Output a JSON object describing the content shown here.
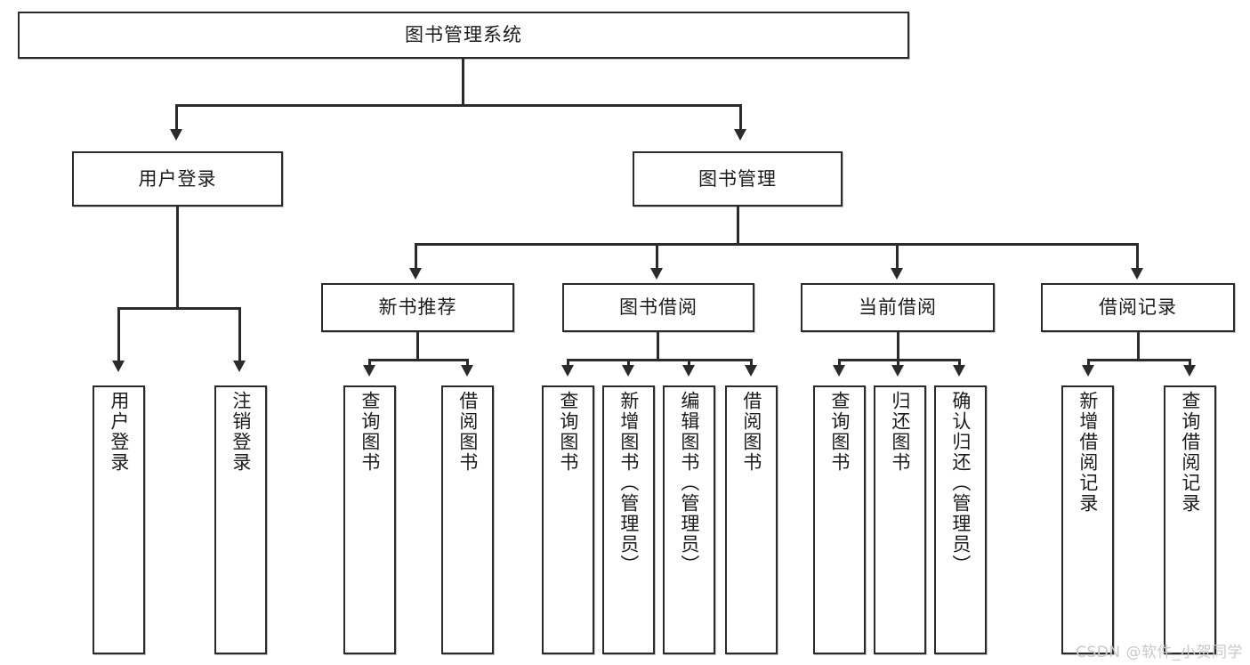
{
  "diagram": {
    "title": "图书管理系统",
    "type": "tree",
    "root": {
      "label": "图书管理系统"
    },
    "level2": [
      {
        "label": "用户登录"
      },
      {
        "label": "图书管理"
      }
    ],
    "level3": [
      {
        "label": "新书推荐"
      },
      {
        "label": "图书借阅"
      },
      {
        "label": "当前借阅"
      },
      {
        "label": "借阅记录"
      }
    ],
    "leaves": {
      "user_login": [
        {
          "label": "用户登录"
        },
        {
          "label": "注销登录"
        }
      ],
      "new_book_recommend": [
        {
          "label": "查询图书"
        },
        {
          "label": "借阅图书"
        }
      ],
      "book_borrow": [
        {
          "label": "查询图书"
        },
        {
          "label": "新增图书（管理员）"
        },
        {
          "label": "编辑图书（管理员）"
        },
        {
          "label": "借阅图书"
        }
      ],
      "current_borrow": [
        {
          "label": "查询图书"
        },
        {
          "label": "归还图书"
        },
        {
          "label": "确认归还（管理员）"
        }
      ],
      "borrow_record": [
        {
          "label": "新增借阅记录"
        },
        {
          "label": "查询借阅记录"
        }
      ]
    }
  },
  "watermark": {
    "text": "CSDN @软件_小贺同学"
  },
  "colors": {
    "stroke": "#2b2b2b",
    "fill": "#ffffff",
    "text": "#1c1c1c",
    "watermark": "#c9c9c9"
  }
}
